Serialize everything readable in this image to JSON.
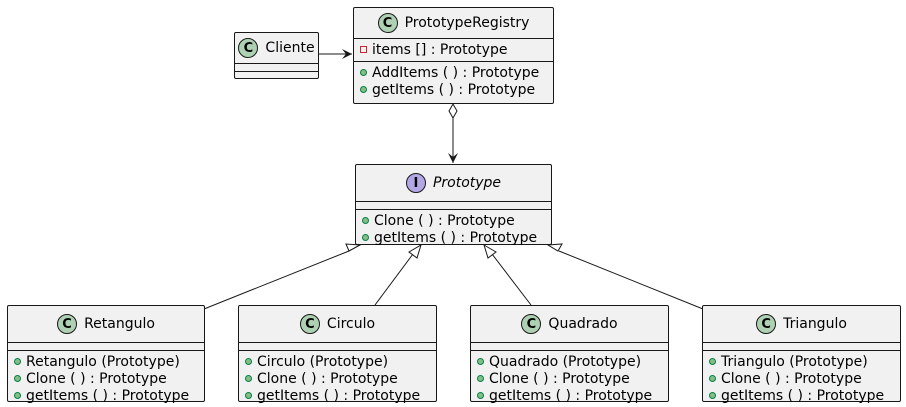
{
  "classes": {
    "cliente": {
      "stereotype": "C",
      "name": "Cliente",
      "fields": [],
      "methods": []
    },
    "registry": {
      "stereotype": "C",
      "name": "PrototypeRegistry",
      "fields": [
        {
          "visibility": "private",
          "text": "items [] : Prototype"
        }
      ],
      "methods": [
        {
          "visibility": "public",
          "text": "AddItems ( ) : Prototype"
        },
        {
          "visibility": "public",
          "text": "getItems ( ) : Prototype"
        }
      ]
    },
    "prototype": {
      "stereotype": "I",
      "name": "Prototype",
      "fields": [],
      "methods": [
        {
          "visibility": "public",
          "text": "Clone ( ) : Prototype"
        },
        {
          "visibility": "public",
          "text": "getItems ( ) : Prototype"
        }
      ]
    },
    "retangulo": {
      "stereotype": "C",
      "name": "Retangulo",
      "fields": [],
      "methods": [
        {
          "visibility": "public",
          "text": "Retangulo (Prototype)"
        },
        {
          "visibility": "public",
          "text": "Clone ( ) : Prototype"
        },
        {
          "visibility": "public",
          "text": "getItems ( ) : Prototype"
        }
      ]
    },
    "circulo": {
      "stereotype": "C",
      "name": "Circulo",
      "fields": [],
      "methods": [
        {
          "visibility": "public",
          "text": "Circulo (Prototype)"
        },
        {
          "visibility": "public",
          "text": "Clone ( ) : Prototype"
        },
        {
          "visibility": "public",
          "text": "getItems ( ) : Prototype"
        }
      ]
    },
    "quadrado": {
      "stereotype": "C",
      "name": "Quadrado",
      "fields": [],
      "methods": [
        {
          "visibility": "public",
          "text": "Quadrado (Prototype)"
        },
        {
          "visibility": "public",
          "text": "Clone ( ) : Prototype"
        },
        {
          "visibility": "public",
          "text": "getItems ( ) : Prototype"
        }
      ]
    },
    "triangulo": {
      "stereotype": "C",
      "name": "Triangulo",
      "fields": [],
      "methods": [
        {
          "visibility": "public",
          "text": "Triangulo (Prototype)"
        },
        {
          "visibility": "public",
          "text": "Clone ( ) : Prototype"
        },
        {
          "visibility": "public",
          "text": "getItems ( ) : Prototype"
        }
      ]
    }
  },
  "relations": [
    {
      "from": "cliente",
      "to": "registry",
      "kind": "association-arrow"
    },
    {
      "from": "registry",
      "to": "prototype",
      "kind": "aggregation-arrow"
    },
    {
      "from": "retangulo",
      "to": "prototype",
      "kind": "realization"
    },
    {
      "from": "circulo",
      "to": "prototype",
      "kind": "realization"
    },
    {
      "from": "quadrado",
      "to": "prototype",
      "kind": "realization"
    },
    {
      "from": "triangulo",
      "to": "prototype",
      "kind": "realization"
    }
  ],
  "colors": {
    "class_fill": "#f1f1f1",
    "border": "#181818",
    "class_badge": "#add1b2",
    "interface_badge": "#b4a7e5",
    "public_marker": "#84be84",
    "private_marker": "#c82930"
  }
}
